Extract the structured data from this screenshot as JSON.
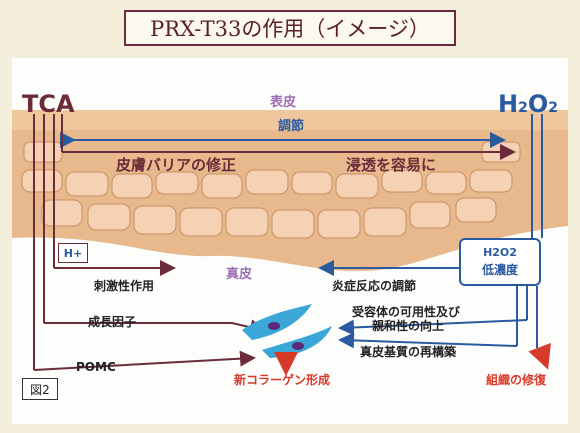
{
  "title": "PRX-T33の作用（イメージ）",
  "labels": {
    "tca": "TCA",
    "h2o2_left": "H",
    "h2o2_sub1": "2",
    "h2o2_mid": "O",
    "h2o2_sub2": "2",
    "epidermis": "表皮",
    "regulation_top": "調節",
    "barrier_repair": "皮膚バリアの修正",
    "facilitate_penetration": "浸透を容易に",
    "h_plus": "H+",
    "low_box_formula": "H2O2",
    "low_box_text": "低濃度",
    "dermis": "真皮",
    "stimulation": "刺激性作用",
    "inflammation_regulation": "炎症反応の調節",
    "growth_factor": "成長因子",
    "receptor_line1": "受容体の可用性及び",
    "receptor_line2": "親和性の向上",
    "matrix_remodel": "真皮基質の再構築",
    "pomc": "POMC",
    "new_collagen": "新コラーゲン形成",
    "tissue_repair": "組織の修復",
    "figure": "図2"
  },
  "colors": {
    "tca_arrow": "#6b2b3a",
    "h2o2_arrow": "#2a5aa0",
    "skin": "#e8b98c",
    "cell": "#f6d2b4",
    "fibroblast": "#3aa7d8",
    "red_arrow": "#d83a2a"
  },
  "icons": [
    "fibroblast-cell-icon",
    "down-arrow-icon"
  ]
}
